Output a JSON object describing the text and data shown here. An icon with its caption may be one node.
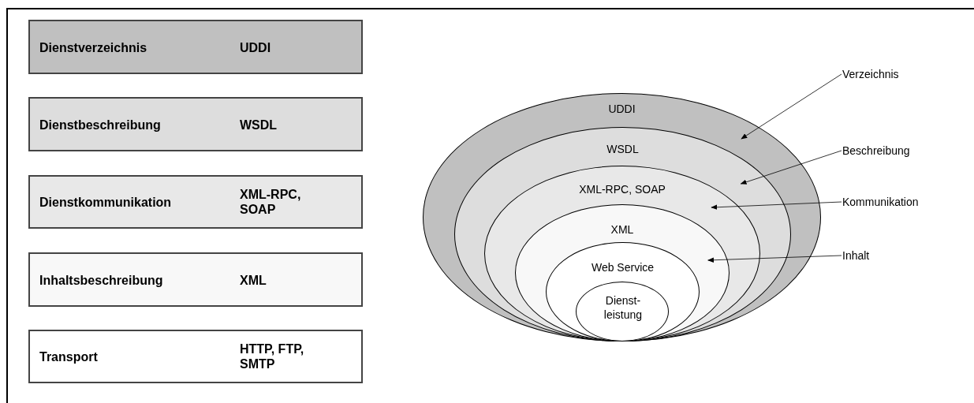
{
  "diagram": {
    "nodes": [
      {
        "text": [
          "Dienstverzeichnis",
          "UDDI"
        ]
      },
      {
        "text": [
          "Dienstbeschreibung",
          "WSDL"
        ]
      },
      {
        "text": [
          "Dienstkommunikation",
          "XML-RPC, SOAP"
        ]
      },
      {
        "text": [
          "Inhaltsbeschreibung",
          "XML"
        ]
      },
      {
        "text": [
          "Transport",
          "HTTP, FTP, SMTP"
        ]
      },
      {
        "text": [
          "UDDI"
        ]
      },
      {
        "text": [
          "WSDL"
        ],
        "in": 5
      },
      {
        "text": [
          "XML-RPC, SOAP"
        ],
        "in": 6
      },
      {
        "text": [
          "XML"
        ],
        "in": 7
      },
      {
        "text": [
          "Web Service"
        ],
        "in": 8
      },
      {
        "text": [
          "Dienst- leistung"
        ],
        "in": 9
      },
      {
        "text": [
          "Verzeichnis"
        ]
      },
      {
        "text": [
          "Beschreibung"
        ]
      },
      {
        "text": [
          "Kommunikation"
        ]
      },
      {
        "text": [
          "Inhalt"
        ]
      }
    ],
    "edges": [
      {
        "from": 11,
        "to": 5,
        "arrow": "to"
      },
      {
        "from": 12,
        "to": 6,
        "arrow": "to"
      },
      {
        "from": 13,
        "to": 7,
        "arrow": "to"
      },
      {
        "from": 14,
        "to": 8,
        "arrow": "to"
      }
    ]
  }
}
